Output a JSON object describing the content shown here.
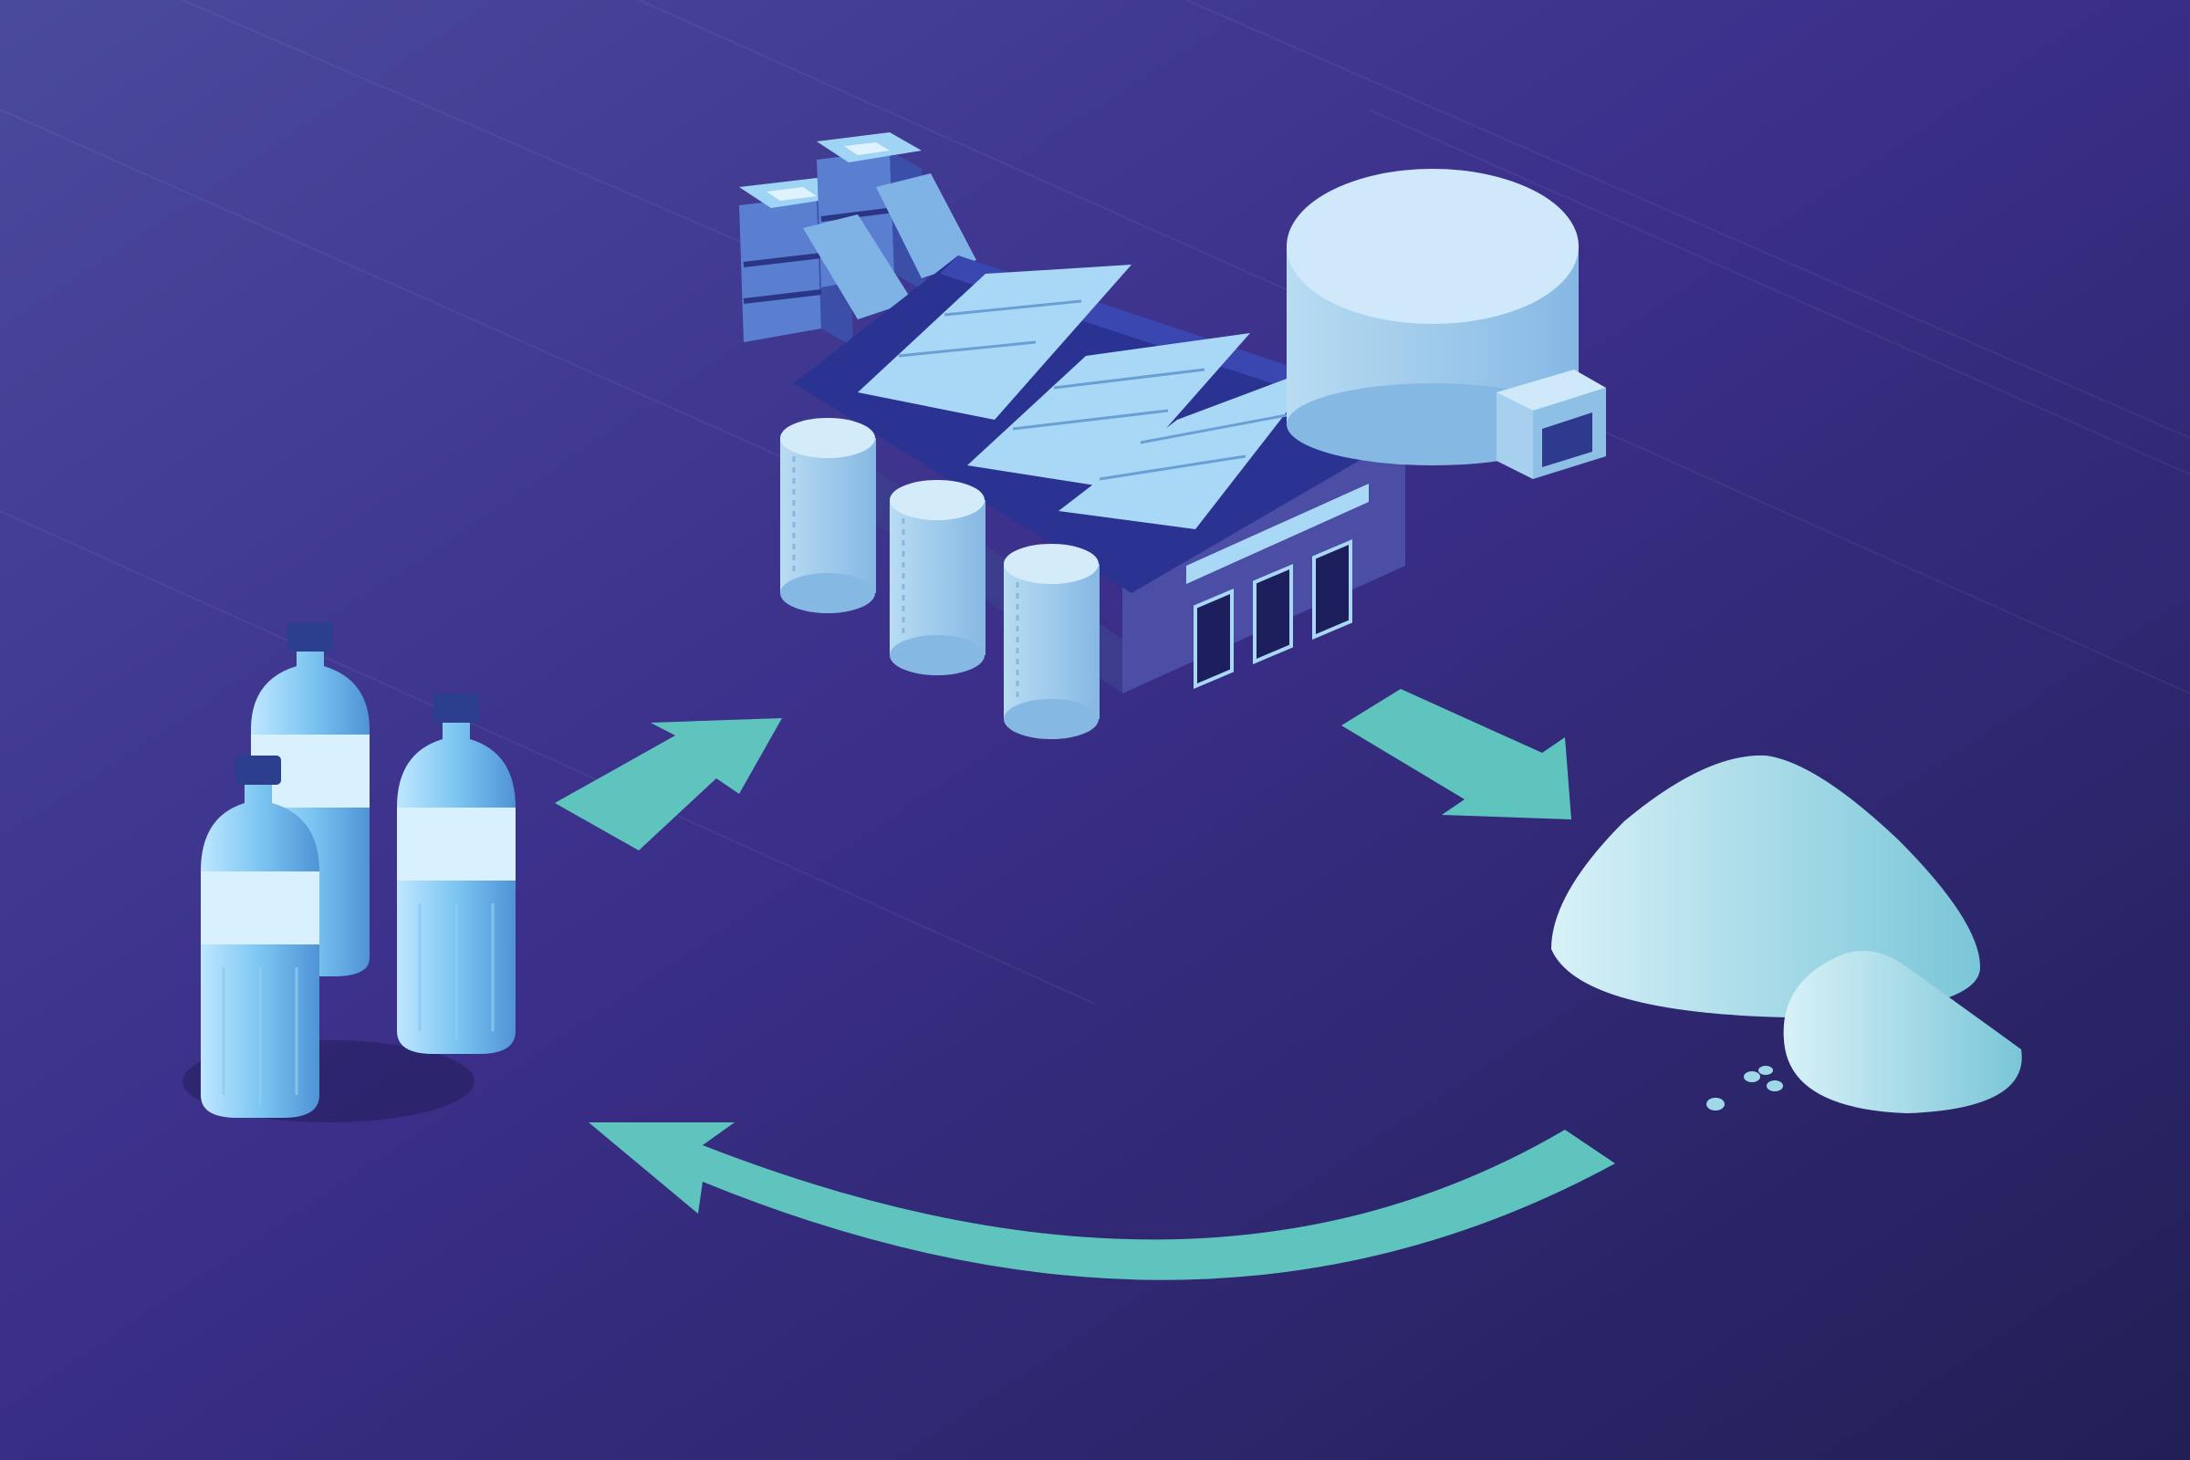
{
  "colors": {
    "background_top_left": "#4a4a9c",
    "background_mid": "#3b2f8a",
    "background_bottom_right": "#221f55",
    "arrow": "#5ec4bd",
    "plastic_light": "#bfe6ff",
    "plastic_mid": "#7cc6f2",
    "plastic_dark": "#4f93d6",
    "cap": "#2b3f8e",
    "roof": "#2f3a9a",
    "wall": "#4c4ea6",
    "wall_dark": "#3b3d8c",
    "tank": "#b8dcf2",
    "tank_shade": "#86b8e4",
    "pile_light": "#d8f1f8",
    "pile_dark": "#79c6d8"
  },
  "diagram": {
    "stages": [
      {
        "id": "plastic-bottles",
        "icon": "plastic-bottles-icon"
      },
      {
        "id": "recycling-factory",
        "icon": "factory-icon"
      },
      {
        "id": "plastic-pellets",
        "icon": "pellet-pile-icon"
      }
    ],
    "flow": [
      {
        "from": "plastic-bottles",
        "to": "recycling-factory",
        "icon": "arrow-up-right-icon"
      },
      {
        "from": "recycling-factory",
        "to": "plastic-pellets",
        "icon": "arrow-down-right-icon"
      },
      {
        "from": "plastic-pellets",
        "to": "plastic-bottles",
        "icon": "curved-return-arrow-icon"
      }
    ]
  }
}
